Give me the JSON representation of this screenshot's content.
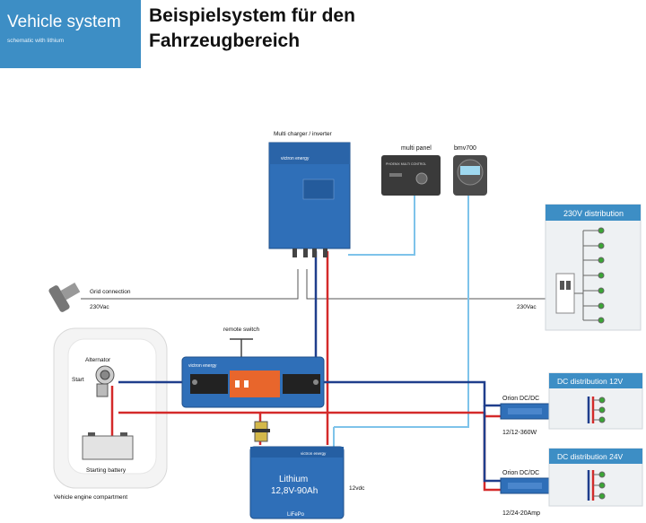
{
  "header": {
    "brand_title": "Vehicle system",
    "brand_subtitle": "schematic with lithium",
    "page_title_line1": "Beispielsystem für den",
    "page_title_line2": "Fahrzeugbereich"
  },
  "diagram": {
    "inverter_label": "Multi charger / inverter",
    "inverter_brand": "victron energy",
    "multi_panel_label": "multi panel",
    "multi_panel_screen": "PHOENIX MULTI CONTROL",
    "bmv_label": "bmv700",
    "grid_connection_label": "Grid connection",
    "grid_voltage_left": "230Vac",
    "grid_voltage_right": "230Vac",
    "ac_distribution_title": "230V distribution",
    "remote_switch_label": "remote switch",
    "cyrix_brand": "victron energy",
    "alternator_label": "Alternator",
    "start_label": "Start",
    "starting_battery_label": "Starting battery",
    "engine_compartment_label": "Vehicle engine compartment",
    "lithium_brand": "victron energy",
    "lithium_line1": "Lithium",
    "lithium_line2": "12,8V-90Ah",
    "lithium_type": "LiFePo",
    "battery_voltage": "12vdc",
    "orion1_title": "Orion DC/DC",
    "orion1_rating": "12/12-360W",
    "orion2_title": "Orion DC/DC",
    "orion2_rating": "12/24-20Amp",
    "dc12_title": "DC distribution 12V",
    "dc24_title": "DC distribution 24V"
  },
  "colors": {
    "header_blue": "#3d8ec5",
    "victron_blue": "#2f6fb8",
    "positive_wire": "#d42a2a",
    "negative_wire": "#1f3e8c",
    "data_cable": "#7ec3ea",
    "ac_wire": "#555555",
    "led_green": "#3aa535",
    "cyrix_orange": "#e8662c"
  }
}
